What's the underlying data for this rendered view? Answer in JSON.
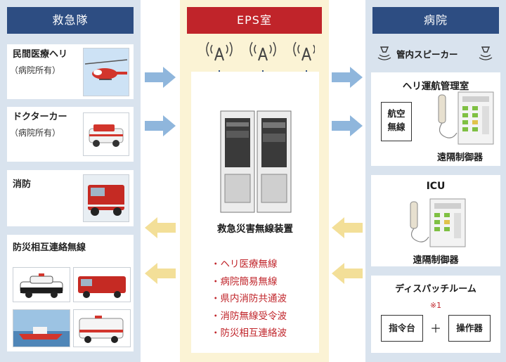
{
  "left": {
    "title": "救急隊",
    "items": [
      {
        "label": "民間医療ヘリ",
        "sub": "（病院所有）"
      },
      {
        "label": "ドクターカー",
        "sub": "（病院所有）"
      },
      {
        "label": "消防"
      },
      {
        "label": "防災相互連絡無線"
      }
    ]
  },
  "center": {
    "title": "EPS室",
    "device_label": "救急災害無線装置",
    "list": [
      "・ヘリ医療無線",
      "・病院簡易無線",
      "・県内消防共通波",
      "・消防無線受令波",
      "・防災相互連絡波"
    ]
  },
  "right": {
    "title": "病院",
    "speaker_label": "管内スピーカー",
    "heli_room": {
      "title": "ヘリ運航管理室",
      "box_line1": "航空",
      "box_line2": "無線",
      "controller": "遠隔制御器"
    },
    "icu": {
      "title": "ICU",
      "controller": "遠隔制御器"
    },
    "dispatch": {
      "title": "ディスパッチルーム",
      "note": "※1",
      "box1": "指令台",
      "plus": "＋",
      "box2": "操作器"
    }
  },
  "colors": {
    "navy": "#2d4d82",
    "red": "#c0242a",
    "blue_panel": "#d9e3ee",
    "yellow_panel": "#fbf3d5",
    "arrow_blue": "#8fb6dc",
    "arrow_yellow": "#f3df98"
  }
}
